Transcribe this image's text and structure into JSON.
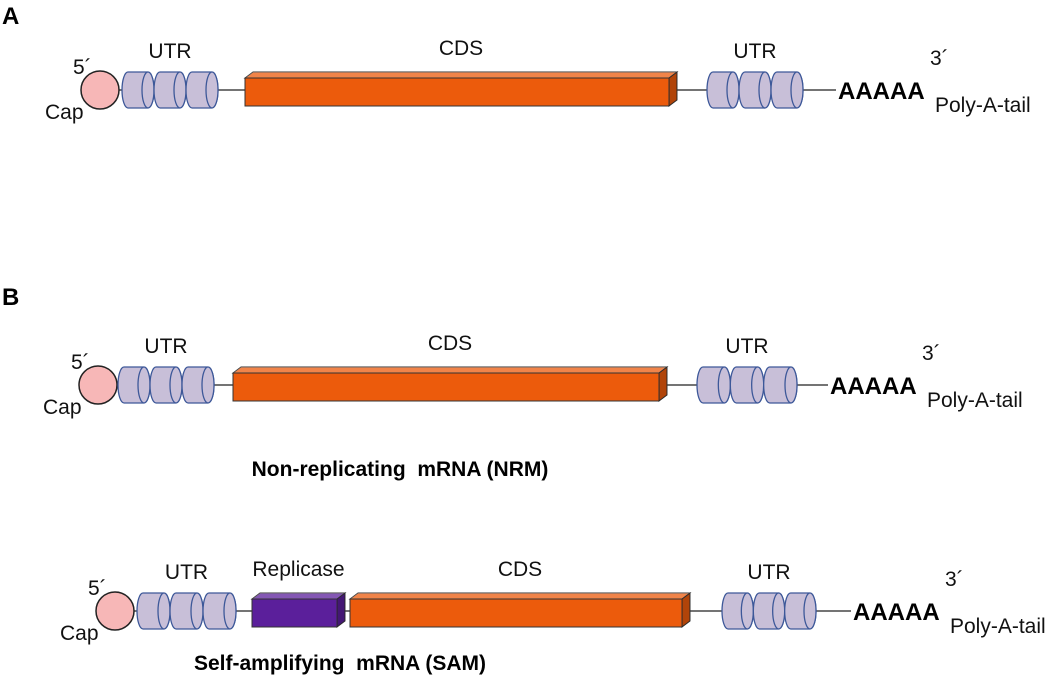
{
  "panels": {
    "a": "A",
    "b": "B"
  },
  "colors": {
    "cap": "#f7b7b7",
    "utr_fill": "#c8bfd8",
    "utr_stroke": "#3d5899",
    "cds": "#ec5b0c",
    "replicase": "#5b1f9b"
  },
  "constructs": [
    {
      "id": "a",
      "five_prime": "5´",
      "cap": "Cap",
      "utr5": "UTR",
      "cds": "CDS",
      "utr3": "UTR",
      "polya": "AAAAA",
      "three_prime": "3´",
      "polya_label": "Poly-A-tail"
    },
    {
      "id": "nrm",
      "five_prime": "5´",
      "cap": "Cap",
      "utr5": "UTR",
      "cds": "CDS",
      "utr3": "UTR",
      "polya": "AAAAA",
      "three_prime": "3´",
      "polya_label": "Poly-A-tail",
      "caption": "Non-replicating  mRNA (NRM)"
    },
    {
      "id": "sam",
      "five_prime": "5´",
      "cap": "Cap",
      "utr5": "UTR",
      "replicase": "Replicase",
      "cds": "CDS",
      "utr3": "UTR",
      "polya": "AAAAA",
      "three_prime": "3´",
      "polya_label": "Poly-A-tail",
      "caption": "Self-amplifying  mRNA (SAM)"
    }
  ]
}
